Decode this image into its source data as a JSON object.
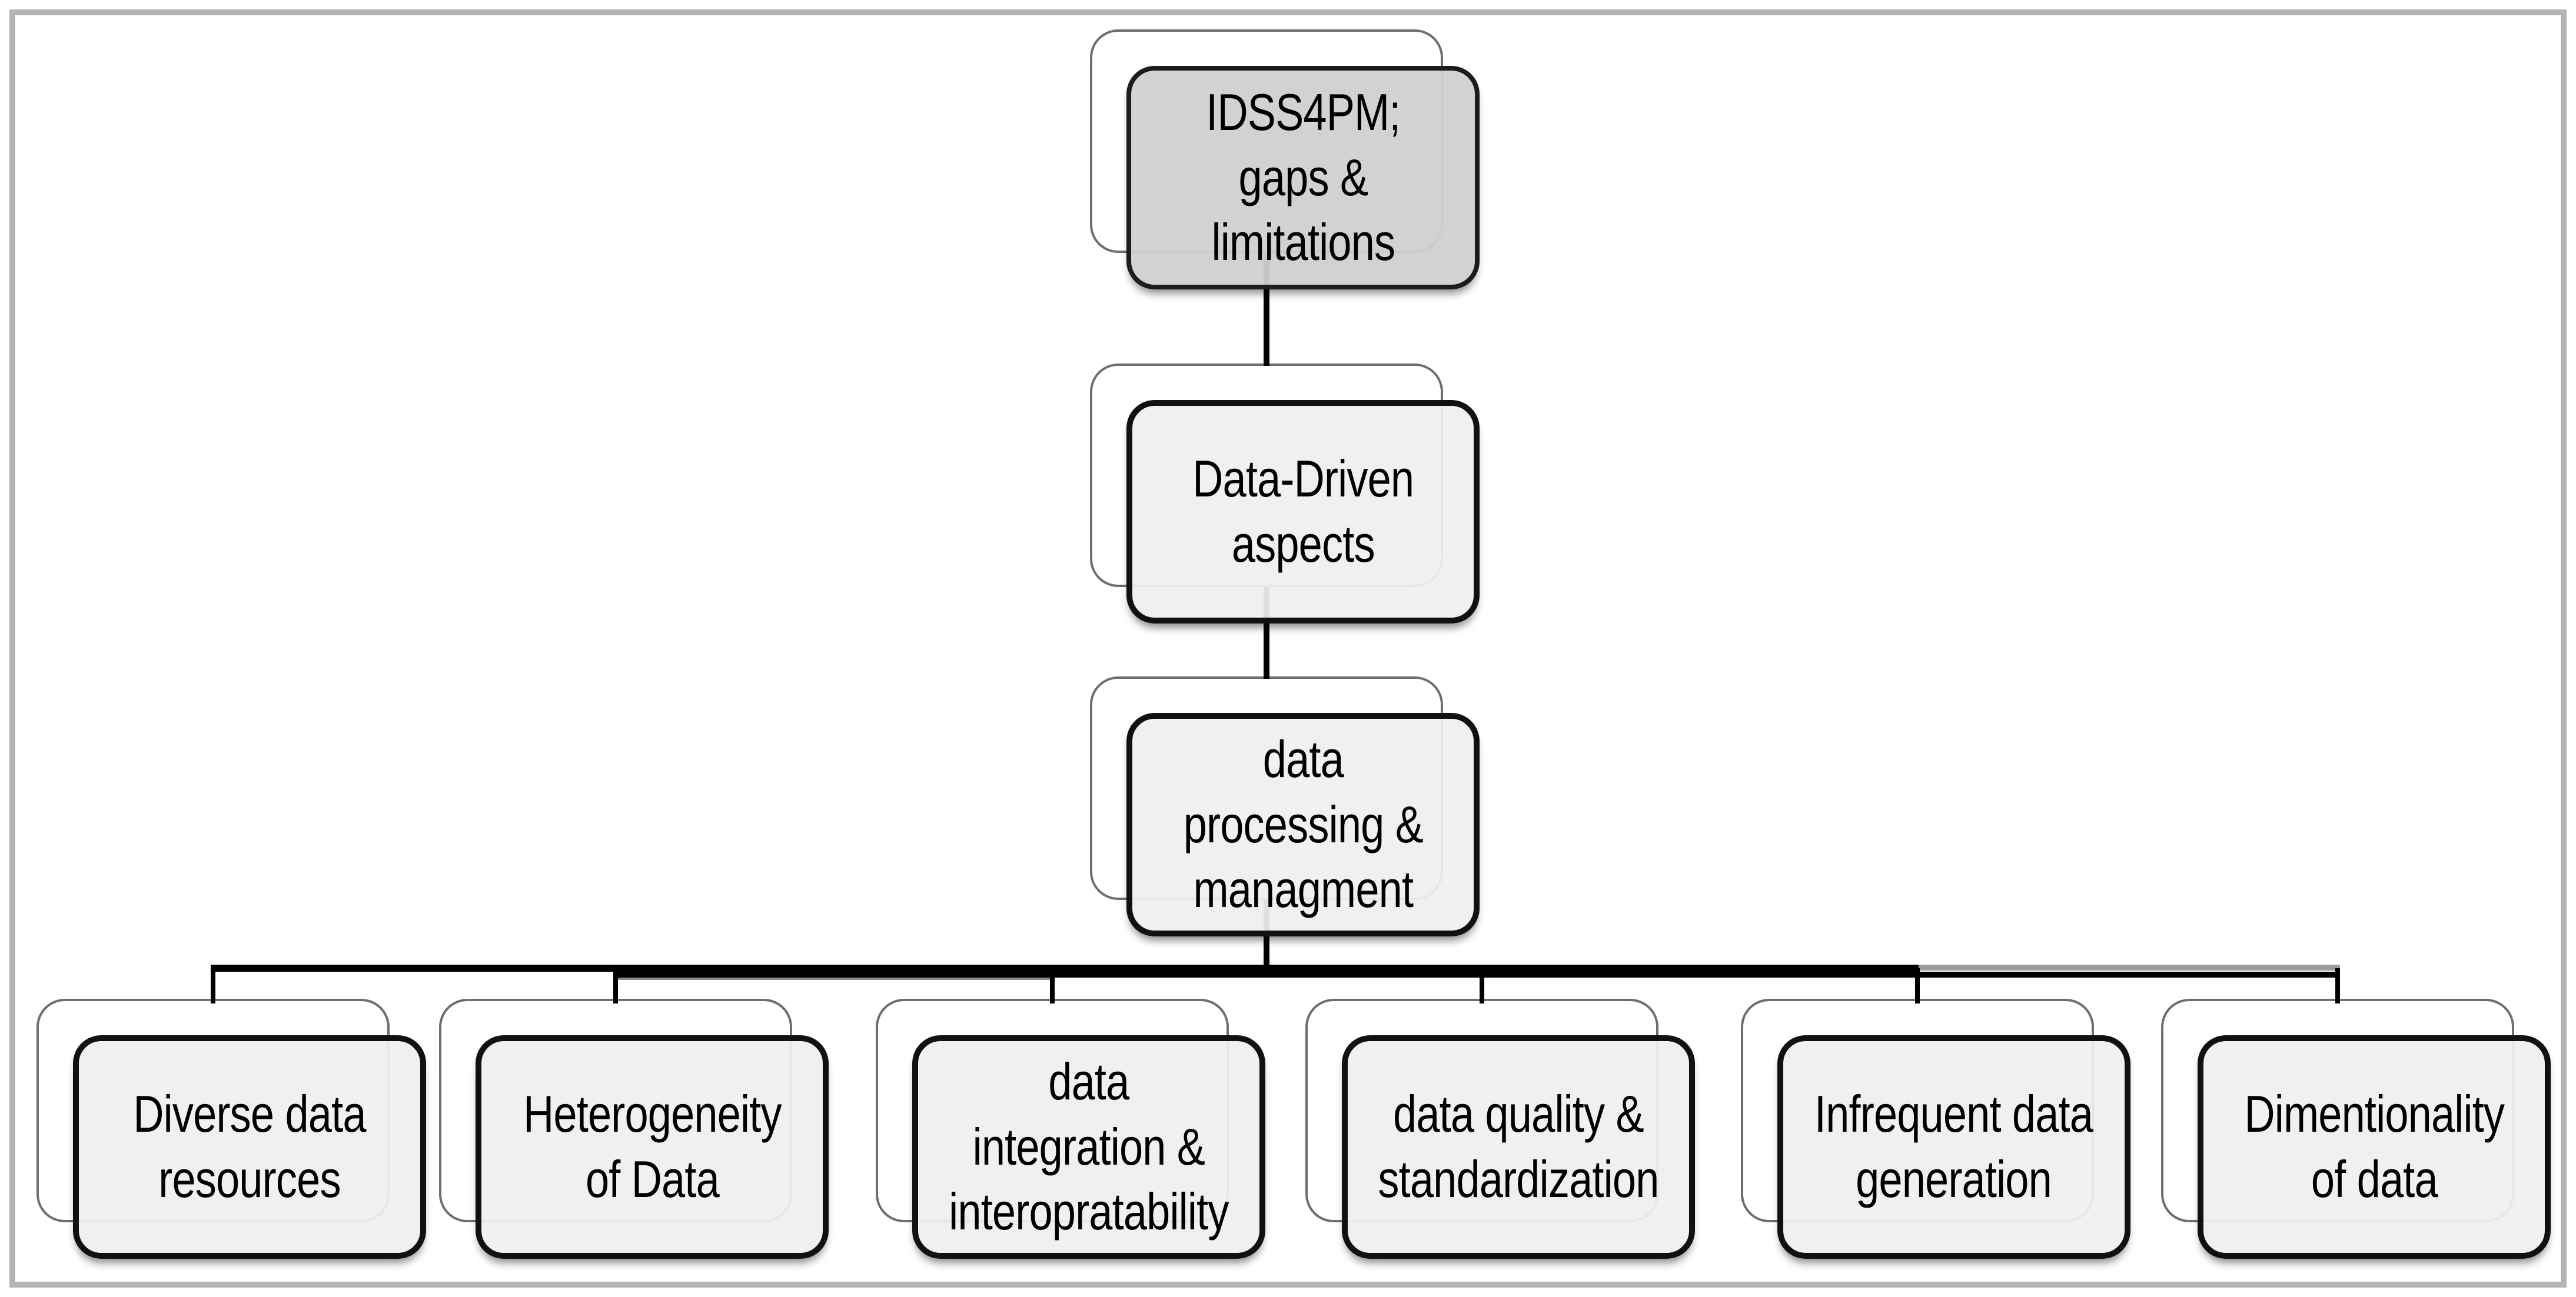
{
  "figure": {
    "type": "hierarchy-diagram",
    "root": {
      "label": "IDSS4PM;\ngaps &\nlimitations",
      "fill": "#d1d0d0"
    },
    "level2": {
      "label": "Data-Driven\naspects",
      "fill": "#f0efef"
    },
    "level3": {
      "label": "data\nprocessing &\nmanagment",
      "fill": "#f0efef"
    },
    "children": [
      {
        "label": "Diverse data\nresources"
      },
      {
        "label": "Heterogeneity\nof Data"
      },
      {
        "label": "data\nintegration &\ninteropratability"
      },
      {
        "label": "data quality &\nstandardization"
      },
      {
        "label": "Infrequent data\ngeneration"
      },
      {
        "label": "Dimentionality\nof data"
      }
    ],
    "colors": {
      "node_fill": "#f0efef",
      "root_fill": "#d1d0d0",
      "node_border": "#111111",
      "shadow_box_fill": "#ffffff",
      "shadow_box_border": "#6e6e6e",
      "connector": "#000000",
      "connector_gray": "#9a9a9a",
      "frame_border": "#b5b5b5",
      "background": "#ffffff"
    }
  }
}
